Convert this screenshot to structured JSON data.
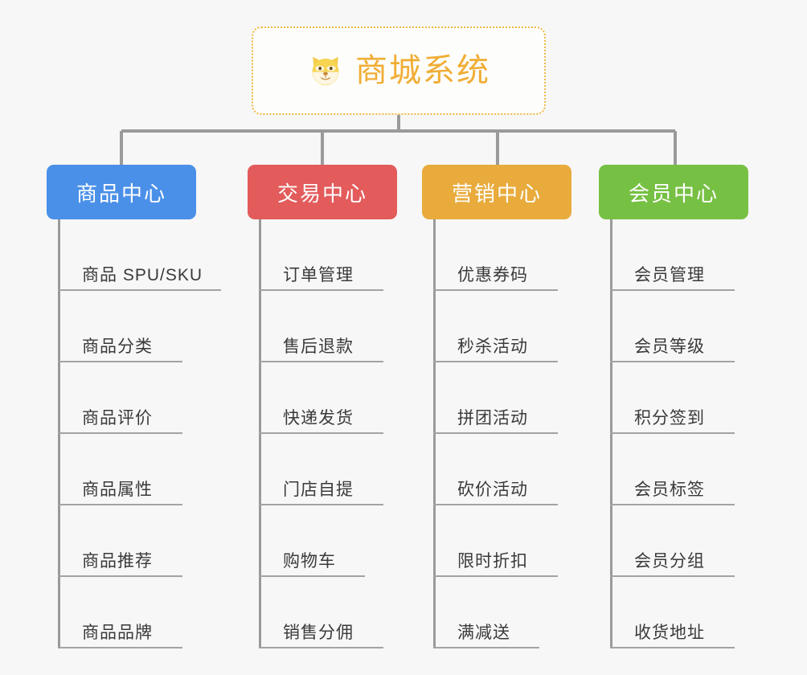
{
  "diagram": {
    "type": "org-chart",
    "background_color": "#f7f7f7",
    "root": {
      "title": "商城系统",
      "icon": "shiba-dog-face-icon",
      "text_color": "#f0ad35",
      "border_color": "#f0b840",
      "border_style": "dotted"
    },
    "connector_color": "#9a9a9a",
    "columns": [
      {
        "label": "商品中心",
        "color": "#4a90e8",
        "items": [
          "商品 SPU/SKU",
          "商品分类",
          "商品评价",
          "商品属性",
          "商品推荐",
          "商品品牌"
        ]
      },
      {
        "label": "交易中心",
        "color": "#e35b5b",
        "items": [
          "订单管理",
          "售后退款",
          "快递发货",
          "门店自提",
          "购物车",
          "销售分佣"
        ]
      },
      {
        "label": "营销中心",
        "color": "#e8ab3c",
        "items": [
          "优惠券码",
          "秒杀活动",
          "拼团活动",
          "砍价活动",
          "限时折扣",
          "满减送"
        ]
      },
      {
        "label": "会员中心",
        "color": "#76c043",
        "items": [
          "会员管理",
          "会员等级",
          "积分签到",
          "会员标签",
          "会员分组",
          "收货地址"
        ]
      }
    ]
  }
}
